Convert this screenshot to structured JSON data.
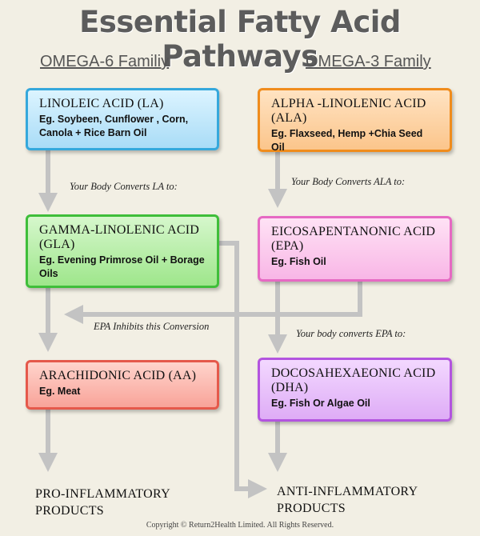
{
  "title": "Essential Fatty Acid Pathways",
  "families": {
    "omega6": "OMEGA-6 Familiy",
    "omega3": "OMEGA-3 Family"
  },
  "boxes": {
    "la": {
      "name": "LINOLEIC ACID (LA)",
      "eg": "Eg. Soybeen, Cunflower , Corn, Canola + Rice Barn Oil"
    },
    "ala": {
      "name": "ALPHA -LINOLENIC ACID (ALA)",
      "eg": "Eg. Flaxseed, Hemp  +Chia Seed Oil"
    },
    "gla": {
      "name": "GAMMA-LINOLENIC ACID (GLA)",
      "eg": "Eg. Evening Primrose Oil + Borage Oils"
    },
    "epa": {
      "name": "EICOSAPENTANONIC ACID (EPA)",
      "eg": "Eg. Fish Oil"
    },
    "aa": {
      "name": "ARACHIDONIC ACID (AA)",
      "eg": "Eg. Meat"
    },
    "dha": {
      "name": "DOCOSAHEXAEONIC ACID (DHA)",
      "eg": "Eg. Fish Or Algae Oil"
    }
  },
  "notes": {
    "converts_la": "Your Body Converts LA to:",
    "converts_ala": "Your Body Converts ALA to:",
    "epa_inhibits": "EPA Inhibits this Conversion",
    "converts_epa": "Your body converts EPA to:"
  },
  "outcomes": {
    "pro": "PRO-INFLAMMATORY PRODUCTS",
    "anti": "ANTI-INFLAMMATORY PRODUCTS"
  },
  "copyright": "Copyright © Return2Health Limited. All Rights Reserved.",
  "colors": {
    "arrow": "#c3c3c3",
    "la_border": "#35a8dc",
    "ala_border": "#f08c1c",
    "gla_border": "#3fbe3a",
    "epa_border": "#e669c3",
    "aa_border": "#e5594b",
    "dha_border": "#b354df"
  }
}
